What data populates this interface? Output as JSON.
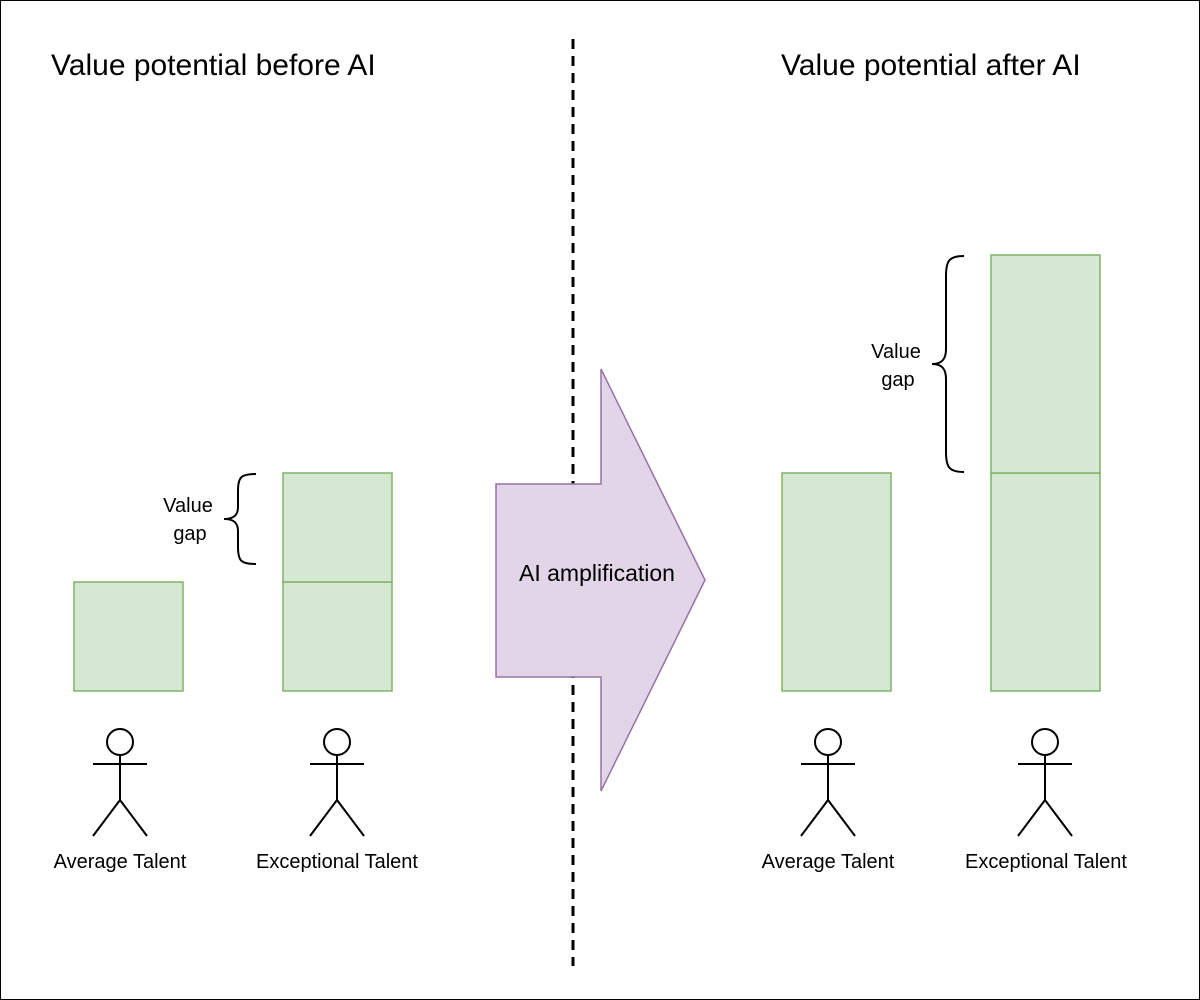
{
  "left_panel": {
    "title": "Value potential before AI",
    "gap_label_line1": "Value",
    "gap_label_line2": "gap",
    "average_label": "Average Talent",
    "exceptional_label": "Exceptional Talent"
  },
  "right_panel": {
    "title": "Value potential after AI",
    "gap_label_line1": "Value",
    "gap_label_line2": "gap",
    "average_label": "Average Talent",
    "exceptional_label": "Exceptional Talent"
  },
  "arrow": {
    "label": "AI amplification"
  },
  "colors": {
    "block_fill": "#d5e8d4",
    "block_stroke": "#82b366",
    "arrow_fill": "#e1d5e7",
    "arrow_stroke": "#9673a6",
    "divider": "#000000"
  }
}
